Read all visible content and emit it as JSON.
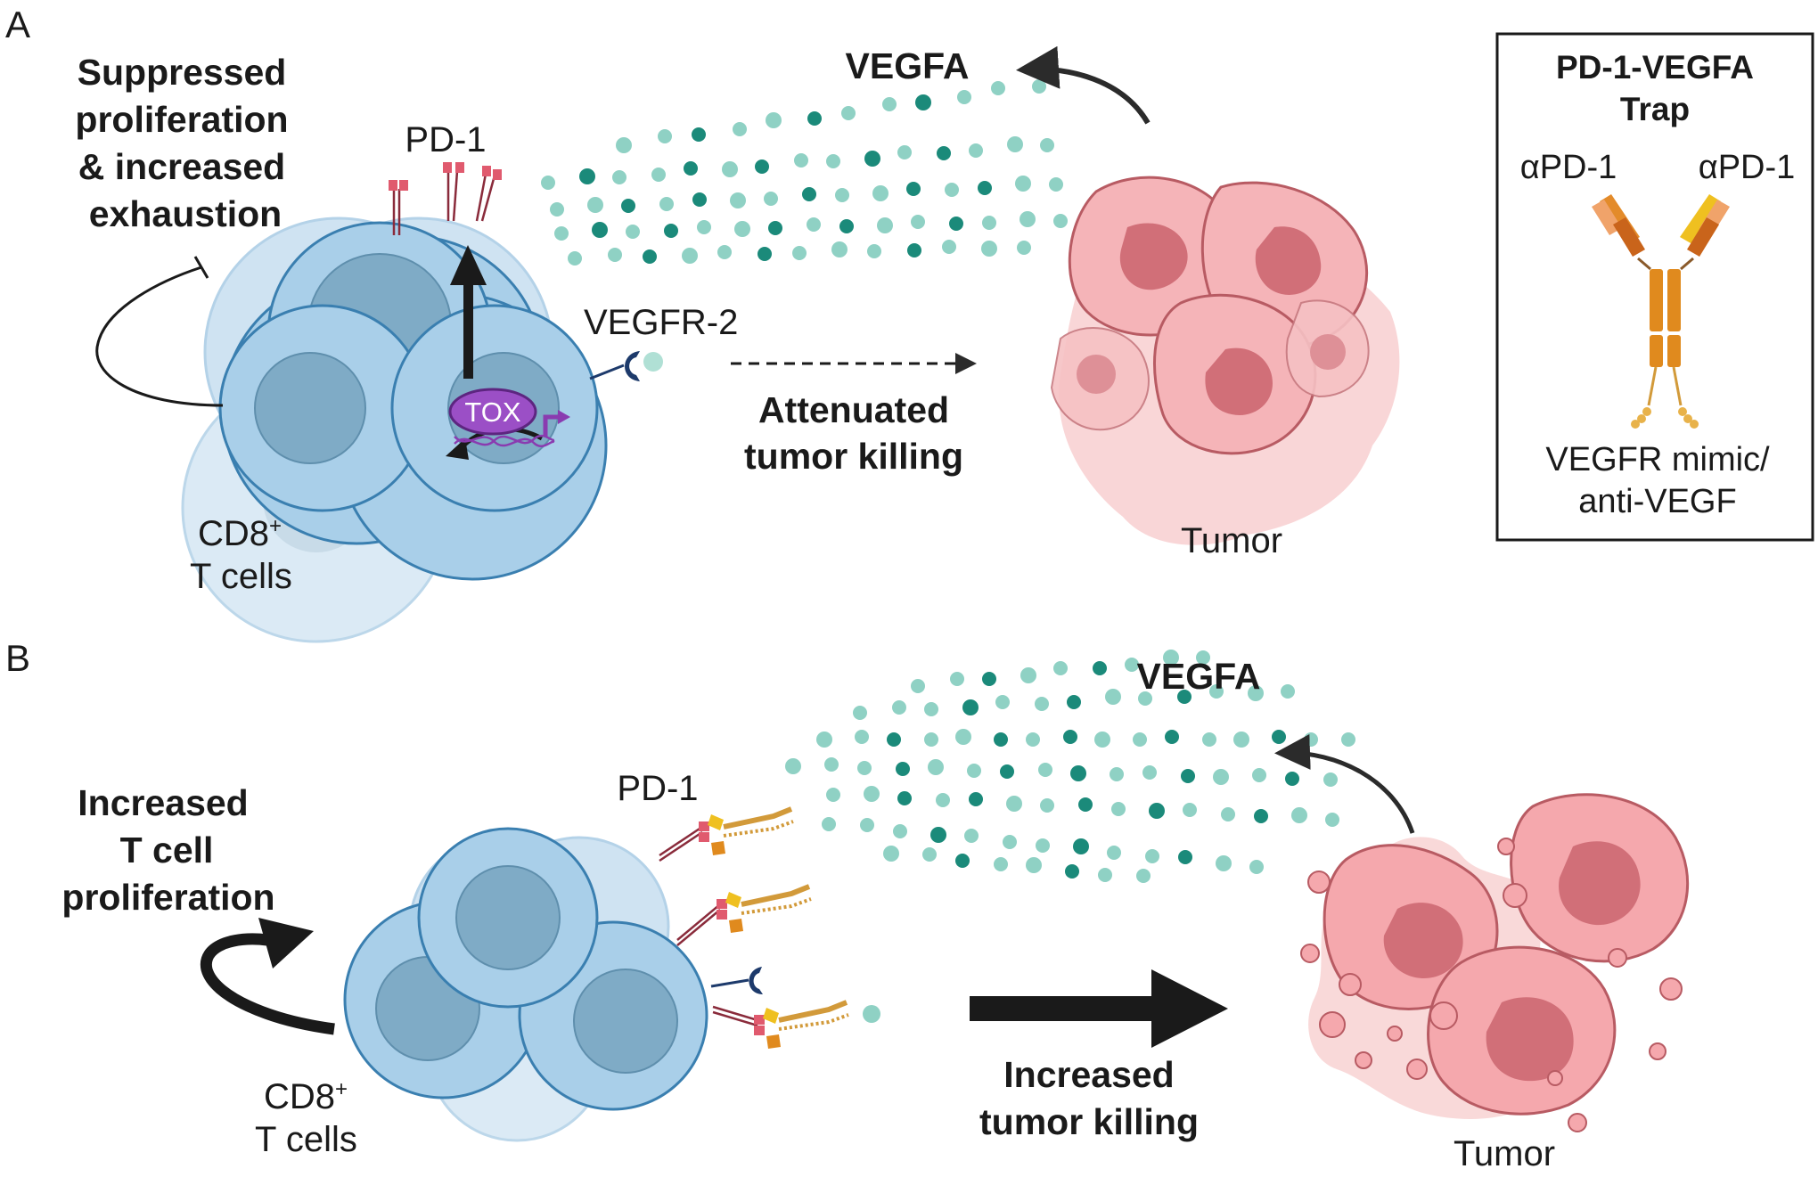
{
  "panels": {
    "a": {
      "letter": "A",
      "side_label": [
        "Suppressed",
        "proliferation",
        "& increased",
        "exhaustion"
      ],
      "pd1": "PD-1",
      "vegfr2": "VEGFR-2",
      "tox": "TOX",
      "vegfa": "VEGFA",
      "effect": [
        "Attenuated",
        "tumor killing"
      ],
      "cells": [
        "CD8",
        "+",
        "T cells"
      ],
      "tumor": "Tumor"
    },
    "b": {
      "letter": "B",
      "side_label": [
        "Increased",
        "T cell",
        "proliferation"
      ],
      "pd1": "PD-1",
      "vegfa": "VEGFA",
      "effect": [
        "Increased",
        "tumor killing"
      ],
      "cells": [
        "CD8",
        "+",
        "T cells"
      ],
      "tumor": "Tumor"
    }
  },
  "trap_box": {
    "title": [
      "PD-1-VEGFA",
      "Trap"
    ],
    "arm_left": "αPD-1",
    "arm_right": "αPD-1",
    "footer": [
      "VEGFR mimic/",
      "anti-VEGF"
    ]
  },
  "colors": {
    "tcell_fill": "#a9cfe9",
    "tcell_stroke": "#3a7fb0",
    "nucleus": "#7fabc6",
    "tumor": "#f2a4a8",
    "tumor_nucleus": "#cf6d75",
    "vegfa_dark": "#1b8a7a",
    "vegfa_light": "#8fd1c4",
    "tox": "#9b4fc6",
    "antibody_orange": "#e08a1e",
    "antibody_yellow": "#efc020"
  }
}
